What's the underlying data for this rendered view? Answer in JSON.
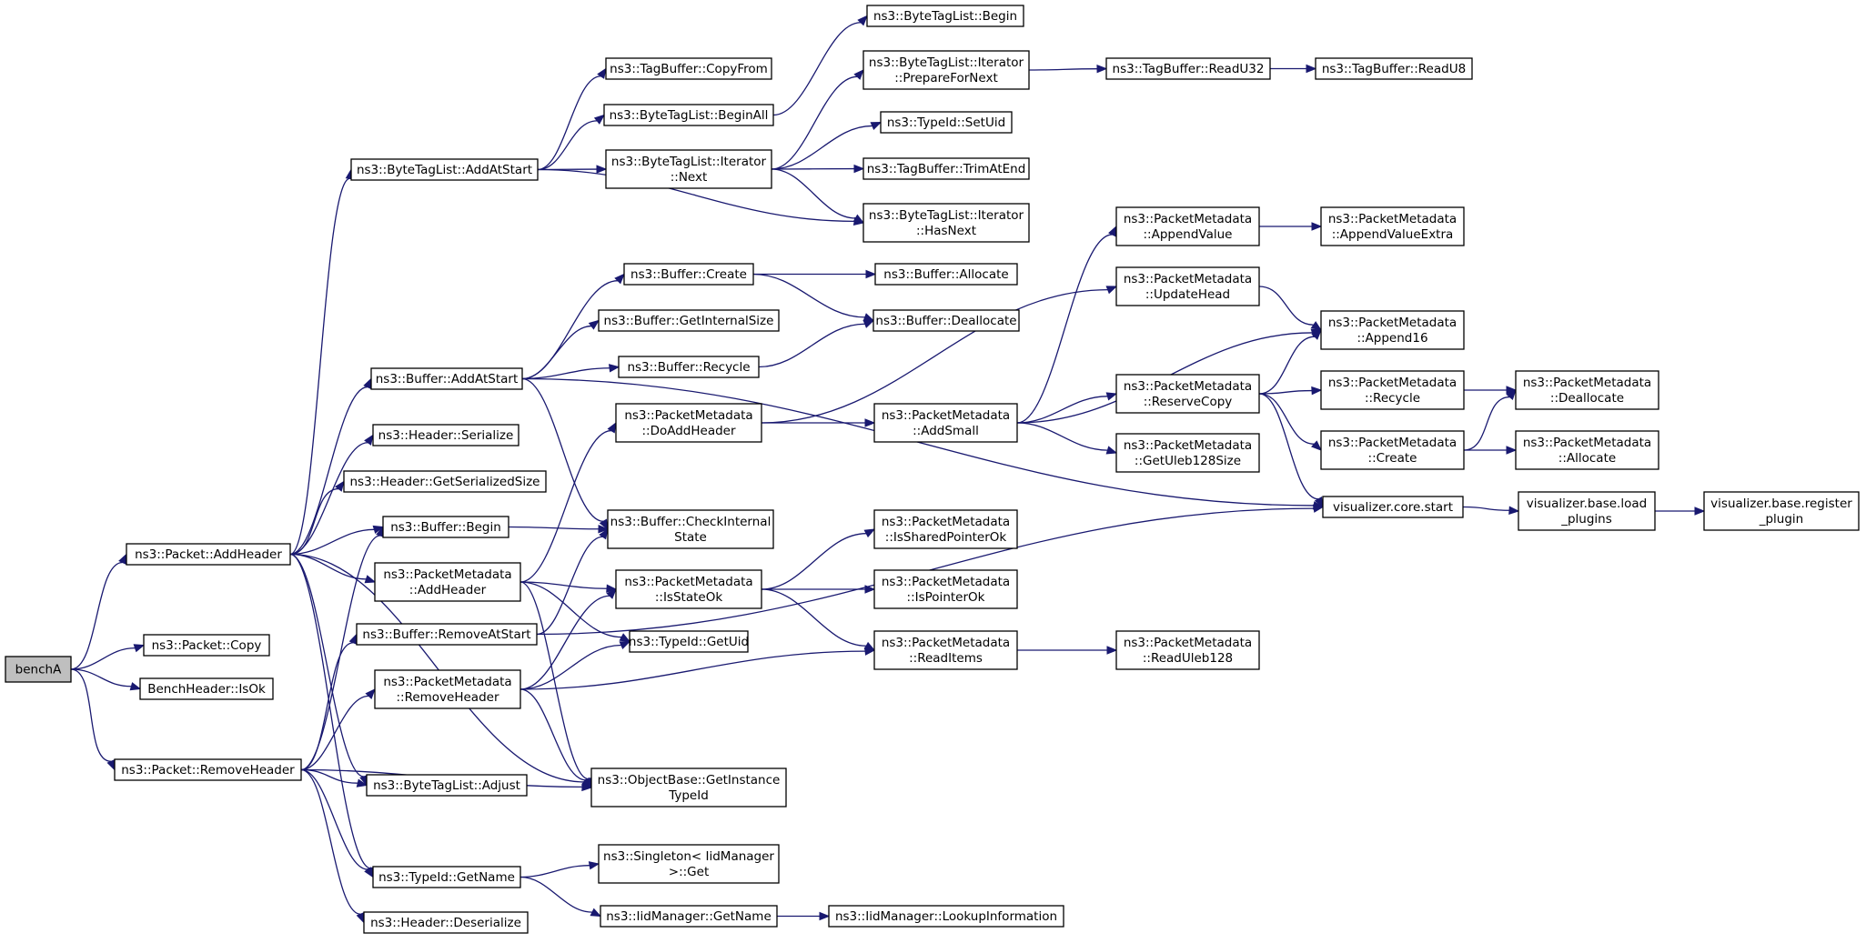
{
  "graph": {
    "nodes": [
      {
        "id": "benchA",
        "lines": [
          "benchA"
        ],
        "root": true
      },
      {
        "id": "Packet_AddHeader",
        "lines": [
          "ns3::Packet::AddHeader"
        ]
      },
      {
        "id": "Packet_Copy",
        "lines": [
          "ns3::Packet::Copy"
        ]
      },
      {
        "id": "BenchHeader_IsOk",
        "lines": [
          "BenchHeader::IsOk"
        ]
      },
      {
        "id": "Packet_RemoveHeader",
        "lines": [
          "ns3::Packet::RemoveHeader"
        ]
      },
      {
        "id": "BTL_AddAtStart",
        "lines": [
          "ns3::ByteTagList::AddAtStart"
        ]
      },
      {
        "id": "Buffer_AddAtStart",
        "lines": [
          "ns3::Buffer::AddAtStart"
        ]
      },
      {
        "id": "Header_Serialize",
        "lines": [
          "ns3::Header::Serialize"
        ]
      },
      {
        "id": "Header_GetSerializedSize",
        "lines": [
          "ns3::Header::GetSerializedSize"
        ]
      },
      {
        "id": "Buffer_Begin",
        "lines": [
          "ns3::Buffer::Begin"
        ]
      },
      {
        "id": "PM_AddHeader",
        "lines": [
          "ns3::PacketMetadata",
          "::AddHeader"
        ]
      },
      {
        "id": "Buffer_RemoveAtStart",
        "lines": [
          "ns3::Buffer::RemoveAtStart"
        ]
      },
      {
        "id": "PM_RemoveHeader",
        "lines": [
          "ns3::PacketMetadata",
          "::RemoveHeader"
        ]
      },
      {
        "id": "BTL_Adjust",
        "lines": [
          "ns3::ByteTagList::Adjust"
        ]
      },
      {
        "id": "TypeId_GetName",
        "lines": [
          "ns3::TypeId::GetName"
        ]
      },
      {
        "id": "Header_Deserialize",
        "lines": [
          "ns3::Header::Deserialize"
        ]
      },
      {
        "id": "TagBuffer_CopyFrom",
        "lines": [
          "ns3::TagBuffer::CopyFrom"
        ]
      },
      {
        "id": "BTL_BeginAll",
        "lines": [
          "ns3::ByteTagList::BeginAll"
        ]
      },
      {
        "id": "BTLI_Next",
        "lines": [
          "ns3::ByteTagList::Iterator",
          "::Next"
        ]
      },
      {
        "id": "Buffer_Create",
        "lines": [
          "ns3::Buffer::Create"
        ]
      },
      {
        "id": "Buffer_GetInternalSize",
        "lines": [
          "ns3::Buffer::GetInternalSize"
        ]
      },
      {
        "id": "Buffer_Recycle",
        "lines": [
          "ns3::Buffer::Recycle"
        ]
      },
      {
        "id": "PM_DoAddHeader",
        "lines": [
          "ns3::PacketMetadata",
          "::DoAddHeader"
        ]
      },
      {
        "id": "Buffer_CheckInternalState",
        "lines": [
          "ns3::Buffer::CheckInternal",
          "State"
        ]
      },
      {
        "id": "PM_IsStateOk",
        "lines": [
          "ns3::PacketMetadata",
          "::IsStateOk"
        ]
      },
      {
        "id": "TypeId_GetUid",
        "lines": [
          "ns3::TypeId::GetUid"
        ]
      },
      {
        "id": "ObjectBase_GetInstanceTypeId",
        "lines": [
          "ns3::ObjectBase::GetInstance",
          "TypeId"
        ]
      },
      {
        "id": "Singleton_Get",
        "lines": [
          "ns3::Singleton< IidManager",
          ">::Get"
        ]
      },
      {
        "id": "IidManager_GetName",
        "lines": [
          "ns3::IidManager::GetName"
        ]
      },
      {
        "id": "BTL_Begin",
        "lines": [
          "ns3::ByteTagList::Begin"
        ]
      },
      {
        "id": "BTLI_PrepareForNext",
        "lines": [
          "ns3::ByteTagList::Iterator",
          "::PrepareForNext"
        ]
      },
      {
        "id": "TypeId_SetUid",
        "lines": [
          "ns3::TypeId::SetUid"
        ]
      },
      {
        "id": "TagBuffer_TrimAtEnd",
        "lines": [
          "ns3::TagBuffer::TrimAtEnd"
        ]
      },
      {
        "id": "BTLI_HasNext",
        "lines": [
          "ns3::ByteTagList::Iterator",
          "::HasNext"
        ]
      },
      {
        "id": "Buffer_Allocate",
        "lines": [
          "ns3::Buffer::Allocate"
        ]
      },
      {
        "id": "Buffer_Deallocate",
        "lines": [
          "ns3::Buffer::Deallocate"
        ]
      },
      {
        "id": "PM_AddSmall",
        "lines": [
          "ns3::PacketMetadata",
          "::AddSmall"
        ]
      },
      {
        "id": "PM_IsSharedPointerOk",
        "lines": [
          "ns3::PacketMetadata",
          "::IsSharedPointerOk"
        ]
      },
      {
        "id": "PM_IsPointerOk",
        "lines": [
          "ns3::PacketMetadata",
          "::IsPointerOk"
        ]
      },
      {
        "id": "PM_ReadItems",
        "lines": [
          "ns3::PacketMetadata",
          "::ReadItems"
        ]
      },
      {
        "id": "IidManager_LookupInformation",
        "lines": [
          "ns3::IidManager::LookupInformation"
        ]
      },
      {
        "id": "TagBuffer_ReadU32",
        "lines": [
          "ns3::TagBuffer::ReadU32"
        ]
      },
      {
        "id": "PM_AppendValue",
        "lines": [
          "ns3::PacketMetadata",
          "::AppendValue"
        ]
      },
      {
        "id": "PM_UpdateHead",
        "lines": [
          "ns3::PacketMetadata",
          "::UpdateHead"
        ]
      },
      {
        "id": "PM_ReserveCopy",
        "lines": [
          "ns3::PacketMetadata",
          "::ReserveCopy"
        ]
      },
      {
        "id": "PM_GetUleb128Size",
        "lines": [
          "ns3::PacketMetadata",
          "::GetUleb128Size"
        ]
      },
      {
        "id": "PM_ReadUleb128",
        "lines": [
          "ns3::PacketMetadata",
          "::ReadUleb128"
        ]
      },
      {
        "id": "TagBuffer_ReadU8",
        "lines": [
          "ns3::TagBuffer::ReadU8"
        ]
      },
      {
        "id": "PM_AppendValueExtra",
        "lines": [
          "ns3::PacketMetadata",
          "::AppendValueExtra"
        ]
      },
      {
        "id": "PM_Append16",
        "lines": [
          "ns3::PacketMetadata",
          "::Append16"
        ]
      },
      {
        "id": "PM_Recycle",
        "lines": [
          "ns3::PacketMetadata",
          "::Recycle"
        ]
      },
      {
        "id": "PM_Create",
        "lines": [
          "ns3::PacketMetadata",
          "::Create"
        ]
      },
      {
        "id": "viz_core_start",
        "lines": [
          "visualizer.core.start"
        ]
      },
      {
        "id": "PM_Deallocate",
        "lines": [
          "ns3::PacketMetadata",
          "::Deallocate"
        ]
      },
      {
        "id": "PM_Allocate",
        "lines": [
          "ns3::PacketMetadata",
          "::Allocate"
        ]
      },
      {
        "id": "viz_base_load_plugins",
        "lines": [
          "visualizer.base.load",
          "_plugins"
        ]
      },
      {
        "id": "viz_base_register_plugin",
        "lines": [
          "visualizer.base.register",
          "_plugin"
        ]
      }
    ],
    "edges": [
      [
        "benchA",
        "Packet_AddHeader"
      ],
      [
        "benchA",
        "Packet_Copy"
      ],
      [
        "benchA",
        "BenchHeader_IsOk"
      ],
      [
        "benchA",
        "Packet_RemoveHeader"
      ],
      [
        "Packet_AddHeader",
        "BTL_AddAtStart"
      ],
      [
        "Packet_AddHeader",
        "Buffer_AddAtStart"
      ],
      [
        "Packet_AddHeader",
        "Header_Serialize"
      ],
      [
        "Packet_AddHeader",
        "Header_GetSerializedSize"
      ],
      [
        "Packet_AddHeader",
        "Buffer_Begin"
      ],
      [
        "Packet_AddHeader",
        "PM_AddHeader"
      ],
      [
        "Packet_AddHeader",
        "BTL_Adjust"
      ],
      [
        "Packet_AddHeader",
        "TypeId_GetName"
      ],
      [
        "Packet_AddHeader",
        "ObjectBase_GetInstanceTypeId"
      ],
      [
        "Packet_RemoveHeader",
        "Buffer_RemoveAtStart"
      ],
      [
        "Packet_RemoveHeader",
        "PM_RemoveHeader"
      ],
      [
        "Packet_RemoveHeader",
        "BTL_Adjust"
      ],
      [
        "Packet_RemoveHeader",
        "TypeId_GetName"
      ],
      [
        "Packet_RemoveHeader",
        "Header_Deserialize"
      ],
      [
        "Packet_RemoveHeader",
        "ObjectBase_GetInstanceTypeId"
      ],
      [
        "Packet_RemoveHeader",
        "Buffer_Begin"
      ],
      [
        "BTL_AddAtStart",
        "TagBuffer_CopyFrom"
      ],
      [
        "BTL_AddAtStart",
        "BTL_BeginAll"
      ],
      [
        "BTL_AddAtStart",
        "BTLI_Next"
      ],
      [
        "BTL_AddAtStart",
        "BTLI_HasNext"
      ],
      [
        "BTL_BeginAll",
        "BTL_Begin"
      ],
      [
        "BTLI_Next",
        "BTLI_PrepareForNext"
      ],
      [
        "BTLI_Next",
        "TypeId_SetUid"
      ],
      [
        "BTLI_Next",
        "TagBuffer_TrimAtEnd"
      ],
      [
        "BTLI_Next",
        "BTLI_HasNext"
      ],
      [
        "BTLI_PrepareForNext",
        "TagBuffer_ReadU32"
      ],
      [
        "TagBuffer_ReadU32",
        "TagBuffer_ReadU8"
      ],
      [
        "Buffer_AddAtStart",
        "Buffer_Create"
      ],
      [
        "Buffer_AddAtStart",
        "Buffer_GetInternalSize"
      ],
      [
        "Buffer_AddAtStart",
        "Buffer_Recycle"
      ],
      [
        "Buffer_AddAtStart",
        "Buffer_CheckInternalState"
      ],
      [
        "Buffer_AddAtStart",
        "viz_core_start"
      ],
      [
        "Buffer_Create",
        "Buffer_Allocate"
      ],
      [
        "Buffer_Create",
        "Buffer_Deallocate"
      ],
      [
        "Buffer_Recycle",
        "Buffer_Deallocate"
      ],
      [
        "Buffer_Begin",
        "Buffer_CheckInternalState"
      ],
      [
        "PM_AddHeader",
        "PM_DoAddHeader"
      ],
      [
        "PM_AddHeader",
        "PM_IsStateOk"
      ],
      [
        "PM_AddHeader",
        "TypeId_GetUid"
      ],
      [
        "PM_AddHeader",
        "ObjectBase_GetInstanceTypeId"
      ],
      [
        "Buffer_RemoveAtStart",
        "Buffer_CheckInternalState"
      ],
      [
        "Buffer_RemoveAtStart",
        "viz_core_start"
      ],
      [
        "PM_RemoveHeader",
        "PM_IsStateOk"
      ],
      [
        "PM_RemoveHeader",
        "TypeId_GetUid"
      ],
      [
        "PM_RemoveHeader",
        "PM_ReadItems"
      ],
      [
        "PM_RemoveHeader",
        "ObjectBase_GetInstanceTypeId"
      ],
      [
        "PM_DoAddHeader",
        "PM_UpdateHead"
      ],
      [
        "PM_DoAddHeader",
        "PM_AddSmall"
      ],
      [
        "PM_AddSmall",
        "PM_AppendValue"
      ],
      [
        "PM_AddSmall",
        "PM_Append16"
      ],
      [
        "PM_AddSmall",
        "PM_ReserveCopy"
      ],
      [
        "PM_AddSmall",
        "PM_GetUleb128Size"
      ],
      [
        "PM_AppendValue",
        "PM_AppendValueExtra"
      ],
      [
        "PM_UpdateHead",
        "PM_Append16"
      ],
      [
        "PM_ReserveCopy",
        "PM_Append16"
      ],
      [
        "PM_ReserveCopy",
        "PM_Recycle"
      ],
      [
        "PM_ReserveCopy",
        "PM_Create"
      ],
      [
        "PM_ReserveCopy",
        "viz_core_start"
      ],
      [
        "PM_Recycle",
        "PM_Deallocate"
      ],
      [
        "PM_Create",
        "PM_Deallocate"
      ],
      [
        "PM_Create",
        "PM_Allocate"
      ],
      [
        "viz_core_start",
        "viz_base_load_plugins"
      ],
      [
        "viz_base_load_plugins",
        "viz_base_register_plugin"
      ],
      [
        "PM_IsStateOk",
        "PM_IsSharedPointerOk"
      ],
      [
        "PM_IsStateOk",
        "PM_IsPointerOk"
      ],
      [
        "PM_IsStateOk",
        "PM_ReadItems"
      ],
      [
        "PM_ReadItems",
        "PM_ReadUleb128"
      ],
      [
        "TypeId_GetName",
        "Singleton_Get"
      ],
      [
        "TypeId_GetName",
        "IidManager_GetName"
      ],
      [
        "IidManager_GetName",
        "IidManager_LookupInformation"
      ]
    ]
  },
  "colors": {
    "edge": "#191970",
    "node_border": "#000000",
    "node_fill": "#ffffff",
    "root_fill": "#bfbfbf"
  }
}
